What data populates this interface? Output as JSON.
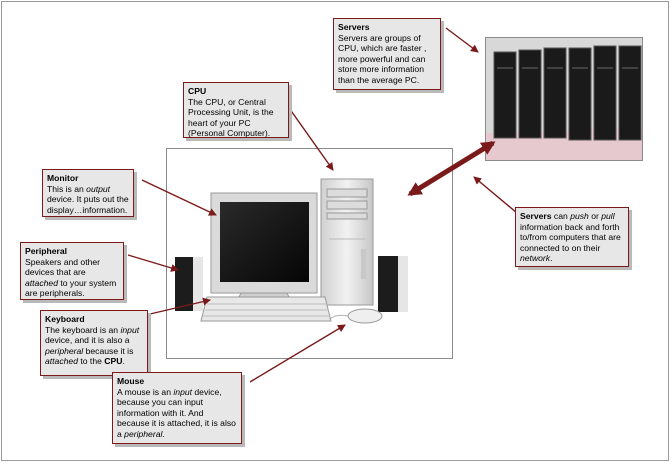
{
  "servers": {
    "title": "Servers",
    "text": "Servers are groups of CPU, which are faster , more powerful and can store more information than the average PC."
  },
  "cpu": {
    "title": "CPU",
    "text": "The CPU, or Central Processing Unit, is the heart of your PC (Personal Computer)."
  },
  "monitor": {
    "title": "Monitor",
    "t1": "This is an ",
    "em1": "output",
    "t2": " device. It puts out the display…information."
  },
  "peripheral": {
    "title": "Peripheral",
    "t1": "Speakers and other devices that are ",
    "em1": "attached",
    "t2": " to your system are peripherals."
  },
  "keyboard": {
    "title": "Keyboard",
    "t1": "The keyboard is an ",
    "em1": "input",
    "t2": " device, and it is also a ",
    "em2": "peripheral",
    "t3": " because it is ",
    "em3": "attached",
    "t4": " to the ",
    "b1": "CPU",
    "t5": "."
  },
  "mouse": {
    "title": "Mouse",
    "t1": "A mouse is an ",
    "em1": "input",
    "t2": " device, because you can input information with it. And because it is attached, it is also a ",
    "em2": "peripheral",
    "t3": "."
  },
  "servers_net": {
    "b1": "Servers",
    "t1": " can ",
    "em1": "push",
    "t2": " or ",
    "em2": "pull",
    "t3": " information back and forth to/from computers that are connected to on their ",
    "em3": "network",
    "t4": "."
  },
  "colors": {
    "border": "#7a1a1a",
    "box": "#e7e7e7",
    "arrow": "#7a1a1a"
  }
}
